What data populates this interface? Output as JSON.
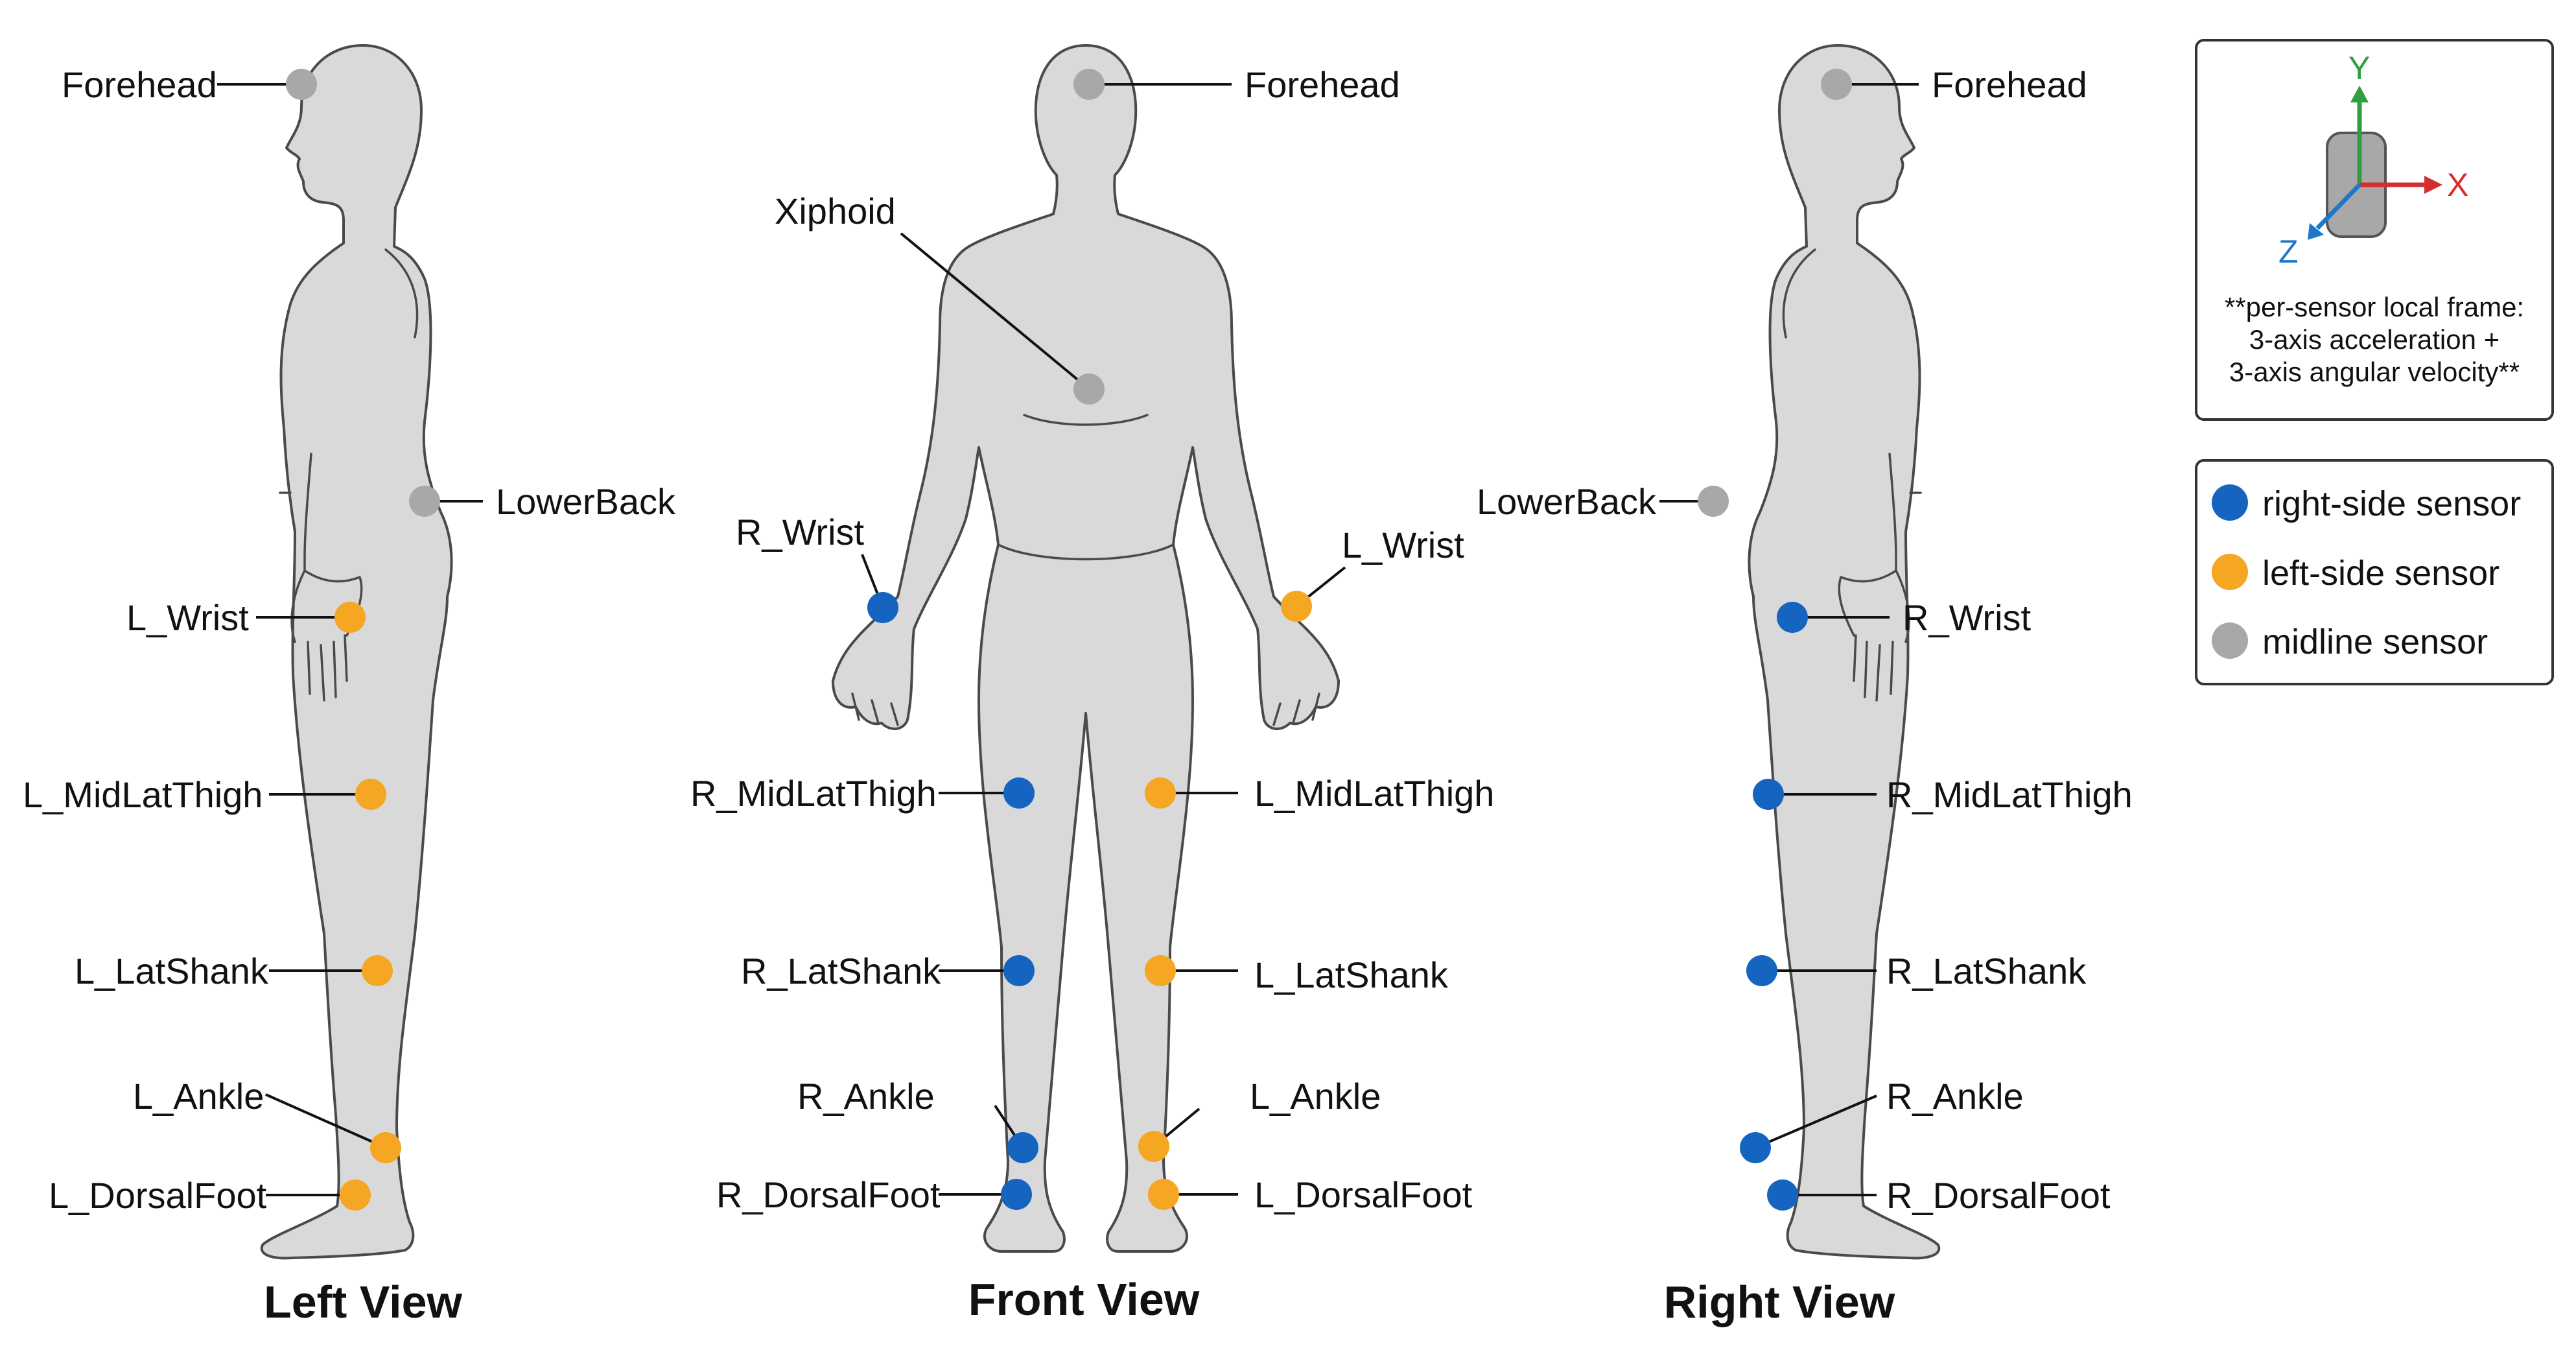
{
  "colors": {
    "right": "#1565c0",
    "left": "#f5a623",
    "midline": "#a8a8a8",
    "x_axis": "#d32f2f",
    "y_axis": "#2e9e3e",
    "z_axis": "#1e78c8"
  },
  "views": {
    "left": {
      "title": "Left View",
      "labels": {
        "forehead": "Forehead",
        "lowerback": "LowerBack",
        "wrist": "L_Wrist",
        "thigh": "L_MidLatThigh",
        "shank": "L_LatShank",
        "ankle": "L_Ankle",
        "foot": "L_DorsalFoot"
      }
    },
    "front": {
      "title": "Front View",
      "labels": {
        "forehead": "Forehead",
        "xiphoid": "Xiphoid",
        "r_wrist": "R_Wrist",
        "l_wrist": "L_Wrist",
        "r_thigh": "R_MidLatThigh",
        "l_thigh": "L_MidLatThigh",
        "r_shank": "R_LatShank",
        "l_shank": "L_LatShank",
        "r_ankle": "R_Ankle",
        "l_ankle": "L_Ankle",
        "r_foot": "R_DorsalFoot",
        "l_foot": "L_DorsalFoot"
      }
    },
    "right": {
      "title": "Right View",
      "labels": {
        "forehead": "Forehead",
        "lowerback": "LowerBack",
        "wrist": "R_Wrist",
        "thigh": "R_MidLatThigh",
        "shank": "R_LatShank",
        "ankle": "R_Ankle",
        "foot": "R_DorsalFoot"
      }
    }
  },
  "frame_box": {
    "axes": {
      "x": "X",
      "y": "Y",
      "z": "Z"
    },
    "note_lines": [
      "**per-sensor local frame:",
      "3-axis acceleration +",
      "3-axis angular velocity**"
    ]
  },
  "legend": [
    {
      "label": "right-side sensor",
      "color_key": "right"
    },
    {
      "label": "left-side sensor",
      "color_key": "left"
    },
    {
      "label": "midline sensor",
      "color_key": "midline"
    }
  ]
}
